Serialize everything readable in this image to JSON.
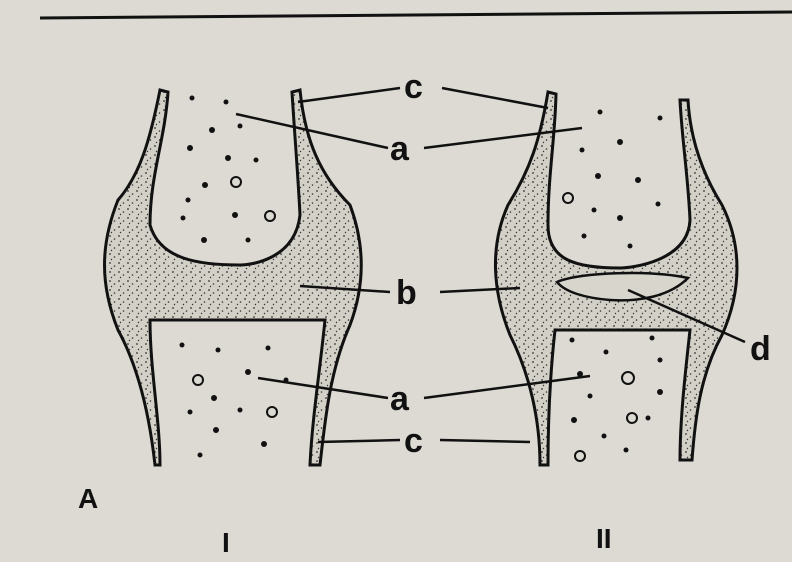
{
  "labels": {
    "c": "c",
    "a": "a",
    "b": "b",
    "d": "d",
    "figure_letter": "A",
    "joint_one": "I",
    "joint_two": "II"
  },
  "colors": {
    "paper": "#dcdad3",
    "ink": "#111111",
    "cartilage": "#c9c6bd"
  }
}
